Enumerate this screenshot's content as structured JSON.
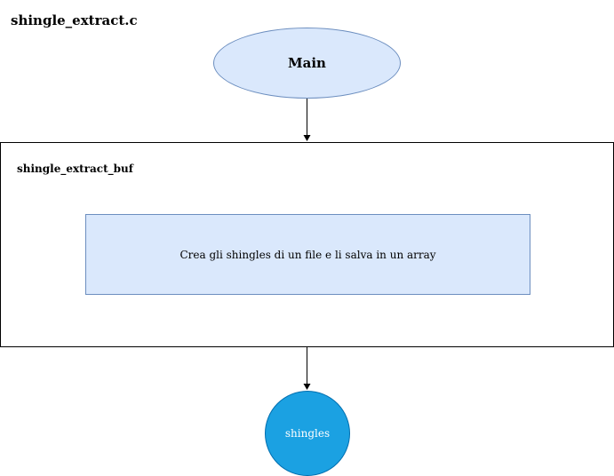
{
  "diagram": {
    "title": "shingle_extract.c",
    "main_node": {
      "label": "Main"
    },
    "function_container": {
      "label": "shingle_extract_buf"
    },
    "function_description": {
      "label": "Crea gli shingles di un file e li salva in un array"
    },
    "output_node": {
      "label": "shingles"
    }
  },
  "colors": {
    "node_fill": "#dae8fc",
    "node_stroke": "#6c8ebf",
    "output_fill": "#1ba1e2",
    "output_stroke": "#006eaf",
    "edge": "#000000"
  }
}
